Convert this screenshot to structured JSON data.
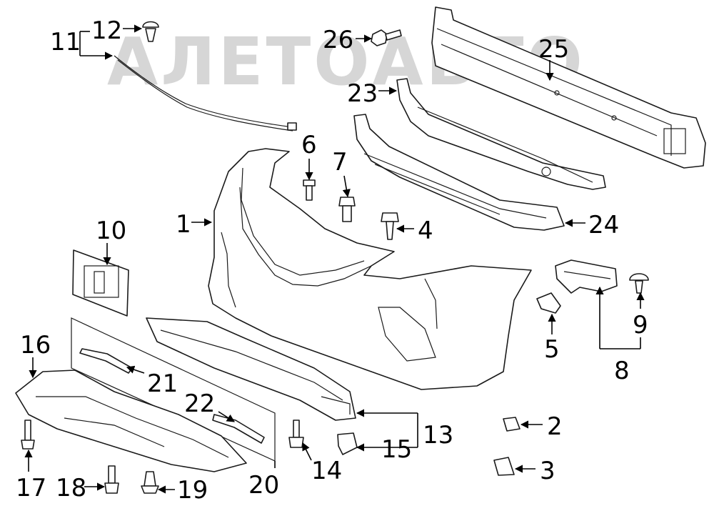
{
  "watermark": {
    "text": "АЛЕТОАВТО",
    "color": "#cfcfcf"
  },
  "colors": {
    "ink": "#000000",
    "paper": "#ffffff"
  },
  "callouts": {
    "c1": "1",
    "c2": "2",
    "c3": "3",
    "c4": "4",
    "c5": "5",
    "c6": "6",
    "c7": "7",
    "c8": "8",
    "c9": "9",
    "c10": "10",
    "c11": "11",
    "c12": "12",
    "c13": "13",
    "c14": "14",
    "c15": "15",
    "c16": "16",
    "c17": "17",
    "c18": "18",
    "c19": "19",
    "c20": "20",
    "c21": "21",
    "c22": "22",
    "c23": "23",
    "c24": "24",
    "c25": "25",
    "c26": "26"
  }
}
